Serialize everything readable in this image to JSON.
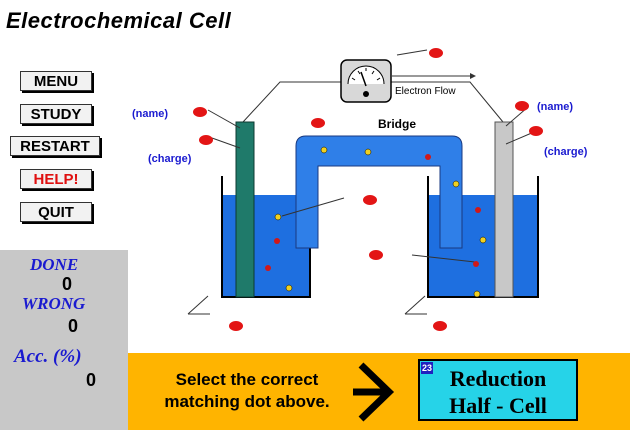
{
  "title": "Electrochemical  Cell",
  "menu": {
    "menu_label": "MENU",
    "study_label": "STUDY",
    "restart_label": "RESTART",
    "help_label": "HELP!",
    "quit_label": "QUIT"
  },
  "stats": {
    "done_label": "DONE",
    "done_value": "0",
    "wrong_label": "WRONG",
    "wrong_value": "0",
    "acc_label": "Acc. (%)",
    "acc_value": "0"
  },
  "diagram": {
    "name_left": "(name)",
    "charge_left": "(charge)",
    "name_right": "(name)",
    "charge_right": "(charge)",
    "electron_flow": "Electron Flow",
    "bridge": "Bridge"
  },
  "bottom": {
    "prompt_line1": "Select the correct",
    "prompt_line2": "matching dot above.",
    "answer_number": "23",
    "answer_line1": "Reduction",
    "answer_line2": "Half - Cell"
  },
  "colors": {
    "solution": "#1e6fe0",
    "bridge": "#2f7fe8",
    "electrode_left": "#1f7a6a",
    "electrode_right": "#c8c8c8",
    "dot": "#e31515",
    "particle": "#f0d020",
    "bottom_bar": "#ffb400",
    "answer_box": "#26d3e8"
  }
}
